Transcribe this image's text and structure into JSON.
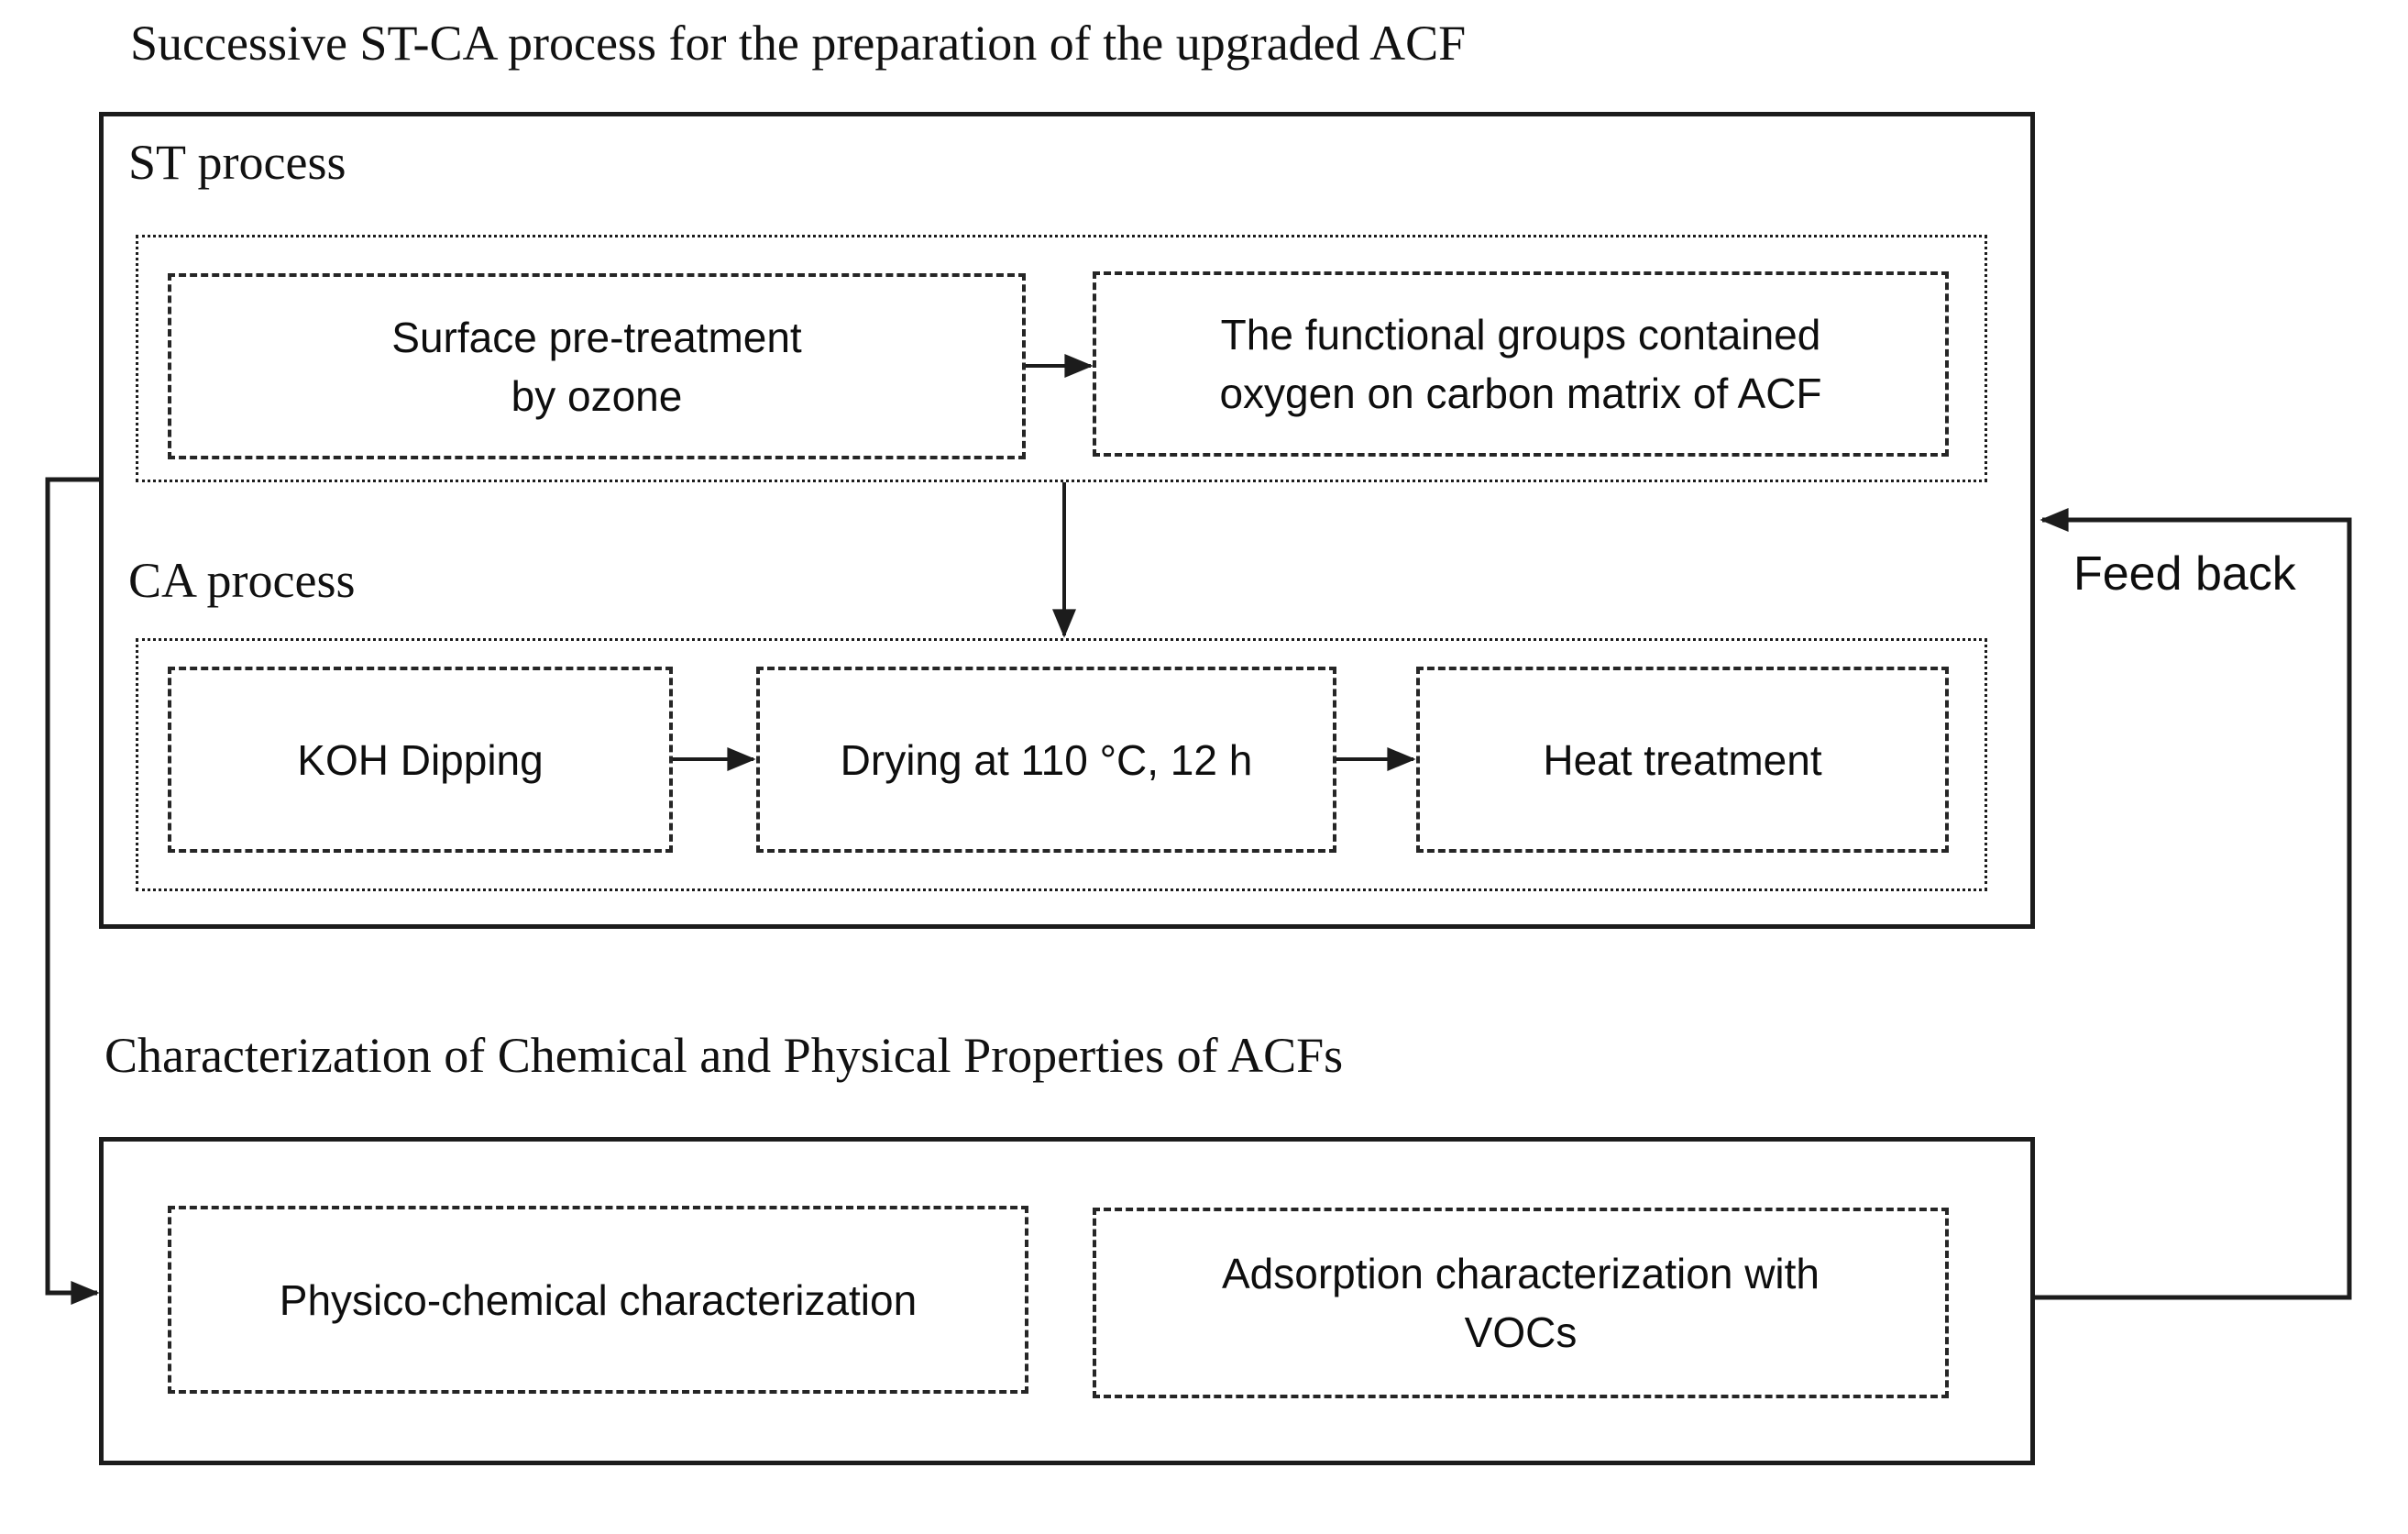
{
  "diagram": {
    "title": "Successive ST-CA process for the preparation of the upgraded ACF",
    "st_section": {
      "label": "ST process",
      "box_pretreatment": {
        "line1": "Surface pre-treatment",
        "line2": "by ozone"
      },
      "box_functional_groups": {
        "line1": "The functional groups contained",
        "line2": "oxygen on carbon matrix of ACF"
      }
    },
    "ca_section": {
      "label": "CA process",
      "box_koh": {
        "label": "KOH Dipping"
      },
      "box_drying": {
        "label": "Drying at 110 °C, 12 h"
      },
      "box_heat": {
        "label": "Heat treatment"
      }
    },
    "characterization_section": {
      "heading": "Characterization of Chemical and Physical Properties of ACFs",
      "box_physico": {
        "label": "Physico-chemical characterization"
      },
      "box_adsorption": {
        "line1": "Adsorption characterization with",
        "line2": "VOCs"
      }
    },
    "feedback_label": "Feed back",
    "arrows": {
      "pretreatment_to_functional_groups": "right-arrow",
      "st_to_ca": "down-arrow",
      "koh_to_drying": "right-arrow",
      "drying_to_heat": "right-arrow",
      "process_to_characterization": "left-side-connector-arrow",
      "feedback_loop": "right-side-connector-arrow"
    },
    "colors": {
      "ink": "#1c1c1c",
      "background": "#ffffff"
    }
  }
}
